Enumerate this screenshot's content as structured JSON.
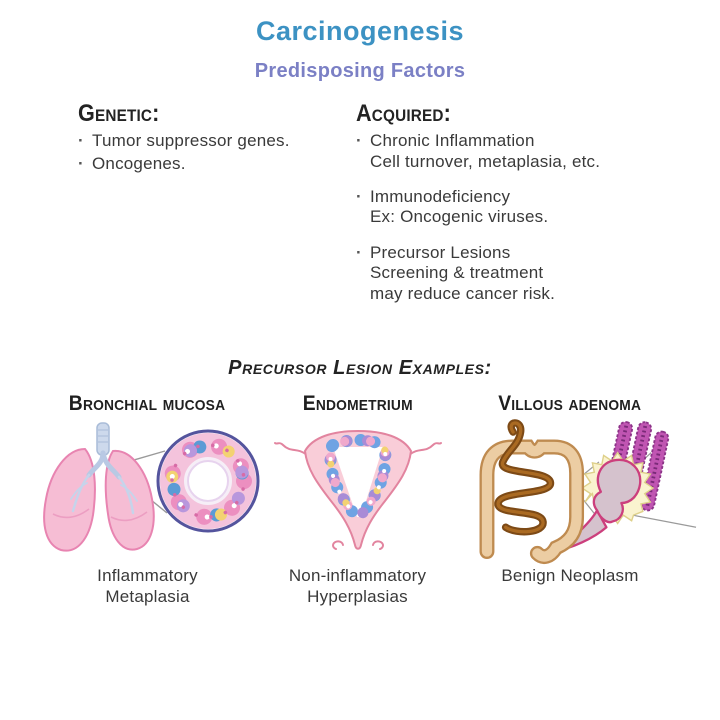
{
  "page": {
    "title": "Carcinogenesis",
    "subtitle": "Predisposing Factors"
  },
  "colors": {
    "title_blue": "#3c92c3",
    "subtitle_purple": "#7b80c5",
    "heading_text": "#232323",
    "body_text": "#3a3a3a",
    "lung_pink": "#f6bdd4",
    "mucosa_ring_outline": "#54549d",
    "uterus_pink": "#f9cdd8",
    "colon_tan": "#eccda3",
    "small_intestine_brown": "#7d4a16",
    "polyp_outline": "#cc3f7d",
    "villi_purple": "#c055b2",
    "starburst_yellow": "#faf3cf"
  },
  "sections": {
    "genetic": {
      "heading": "Genetic:",
      "items": [
        "Tumor suppressor genes.",
        "Oncogenes."
      ]
    },
    "acquired": {
      "heading": "Acquired:",
      "items": [
        {
          "title": "Chronic Inflammation",
          "lines": [
            "Cell turnover, metaplasia, etc."
          ]
        },
        {
          "title": "Immunodeficiency",
          "lines": [
            "Ex: Oncogenic viruses."
          ]
        },
        {
          "title": "Precursor Lesions",
          "lines": [
            "Screening & treatment",
            "may reduce cancer risk."
          ]
        }
      ]
    }
  },
  "examples": {
    "heading": "Precursor Lesion Examples:",
    "items": [
      {
        "name": "Bronchial mucosa",
        "illustration": "lungs-with-bronchial-mucosa-histology-ring",
        "caption1": "Inflammatory",
        "caption2": "Metaplasia"
      },
      {
        "name": "Endometrium",
        "illustration": "uterus-with-hyperplastic-endometrial-lining",
        "caption1": "Non-inflammatory",
        "caption2": "Hyperplasias"
      },
      {
        "name": "Villous adenoma",
        "illustration": "intestine-with-polyp-and-villi",
        "caption1": "Benign Neoplasm",
        "caption2": ""
      }
    ]
  }
}
